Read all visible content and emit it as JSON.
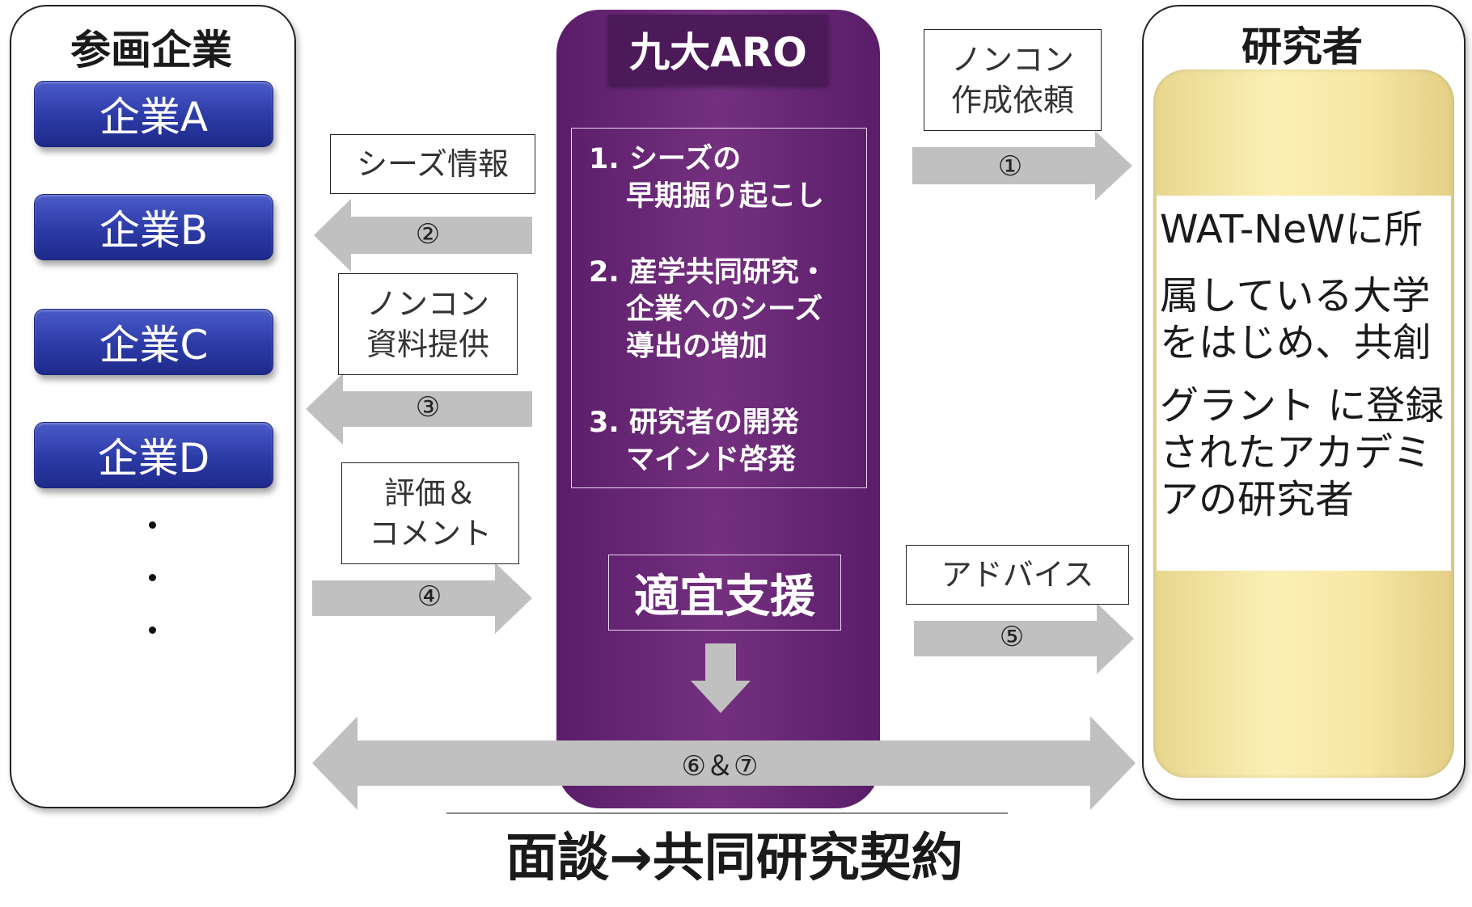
{
  "left_panel": {
    "title": "参画企業",
    "companies": [
      "企業A",
      "企業B",
      "企業C",
      "企業D"
    ]
  },
  "center": {
    "title": "九大ARO",
    "goals": [
      {
        "lines": [
          "1. シーズの",
          "早期掘り起こし"
        ]
      },
      {
        "lines": [
          "2. 産学共同研究・",
          "企業へのシーズ",
          "導出の増加"
        ]
      },
      {
        "lines": [
          "3. 研究者の開発",
          "マインド啓発"
        ]
      }
    ],
    "support": "適宜支援"
  },
  "right_panel": {
    "title": "研究者",
    "description_lines": [
      "WAT-NeWに所",
      "属している大学",
      "をはじめ、共創",
      "グラント に登録",
      "されたアカデミ",
      "アの研究者"
    ]
  },
  "flows": {
    "f1": {
      "label_lines": [
        "ノンコン",
        "作成依頼"
      ],
      "num": "①"
    },
    "f2": {
      "label_lines": [
        "シーズ情報"
      ],
      "num": "②"
    },
    "f3": {
      "label_lines": [
        "ノンコン",
        "資料提供"
      ],
      "num": "③"
    },
    "f4": {
      "label_lines": [
        "評価＆",
        "コメント"
      ],
      "num": "④"
    },
    "f5": {
      "label_lines": [
        "アドバイス"
      ],
      "num": "⑤"
    },
    "f67": {
      "num": "⑥＆⑦"
    }
  },
  "footer": "面談→共同研究契約",
  "colors": {
    "company_blue": "#2c3aa6",
    "aro_purple": "#5a1d6a",
    "researcher_yellow": "#fbefb4",
    "arrow_gray": "#c0c0c0"
  }
}
